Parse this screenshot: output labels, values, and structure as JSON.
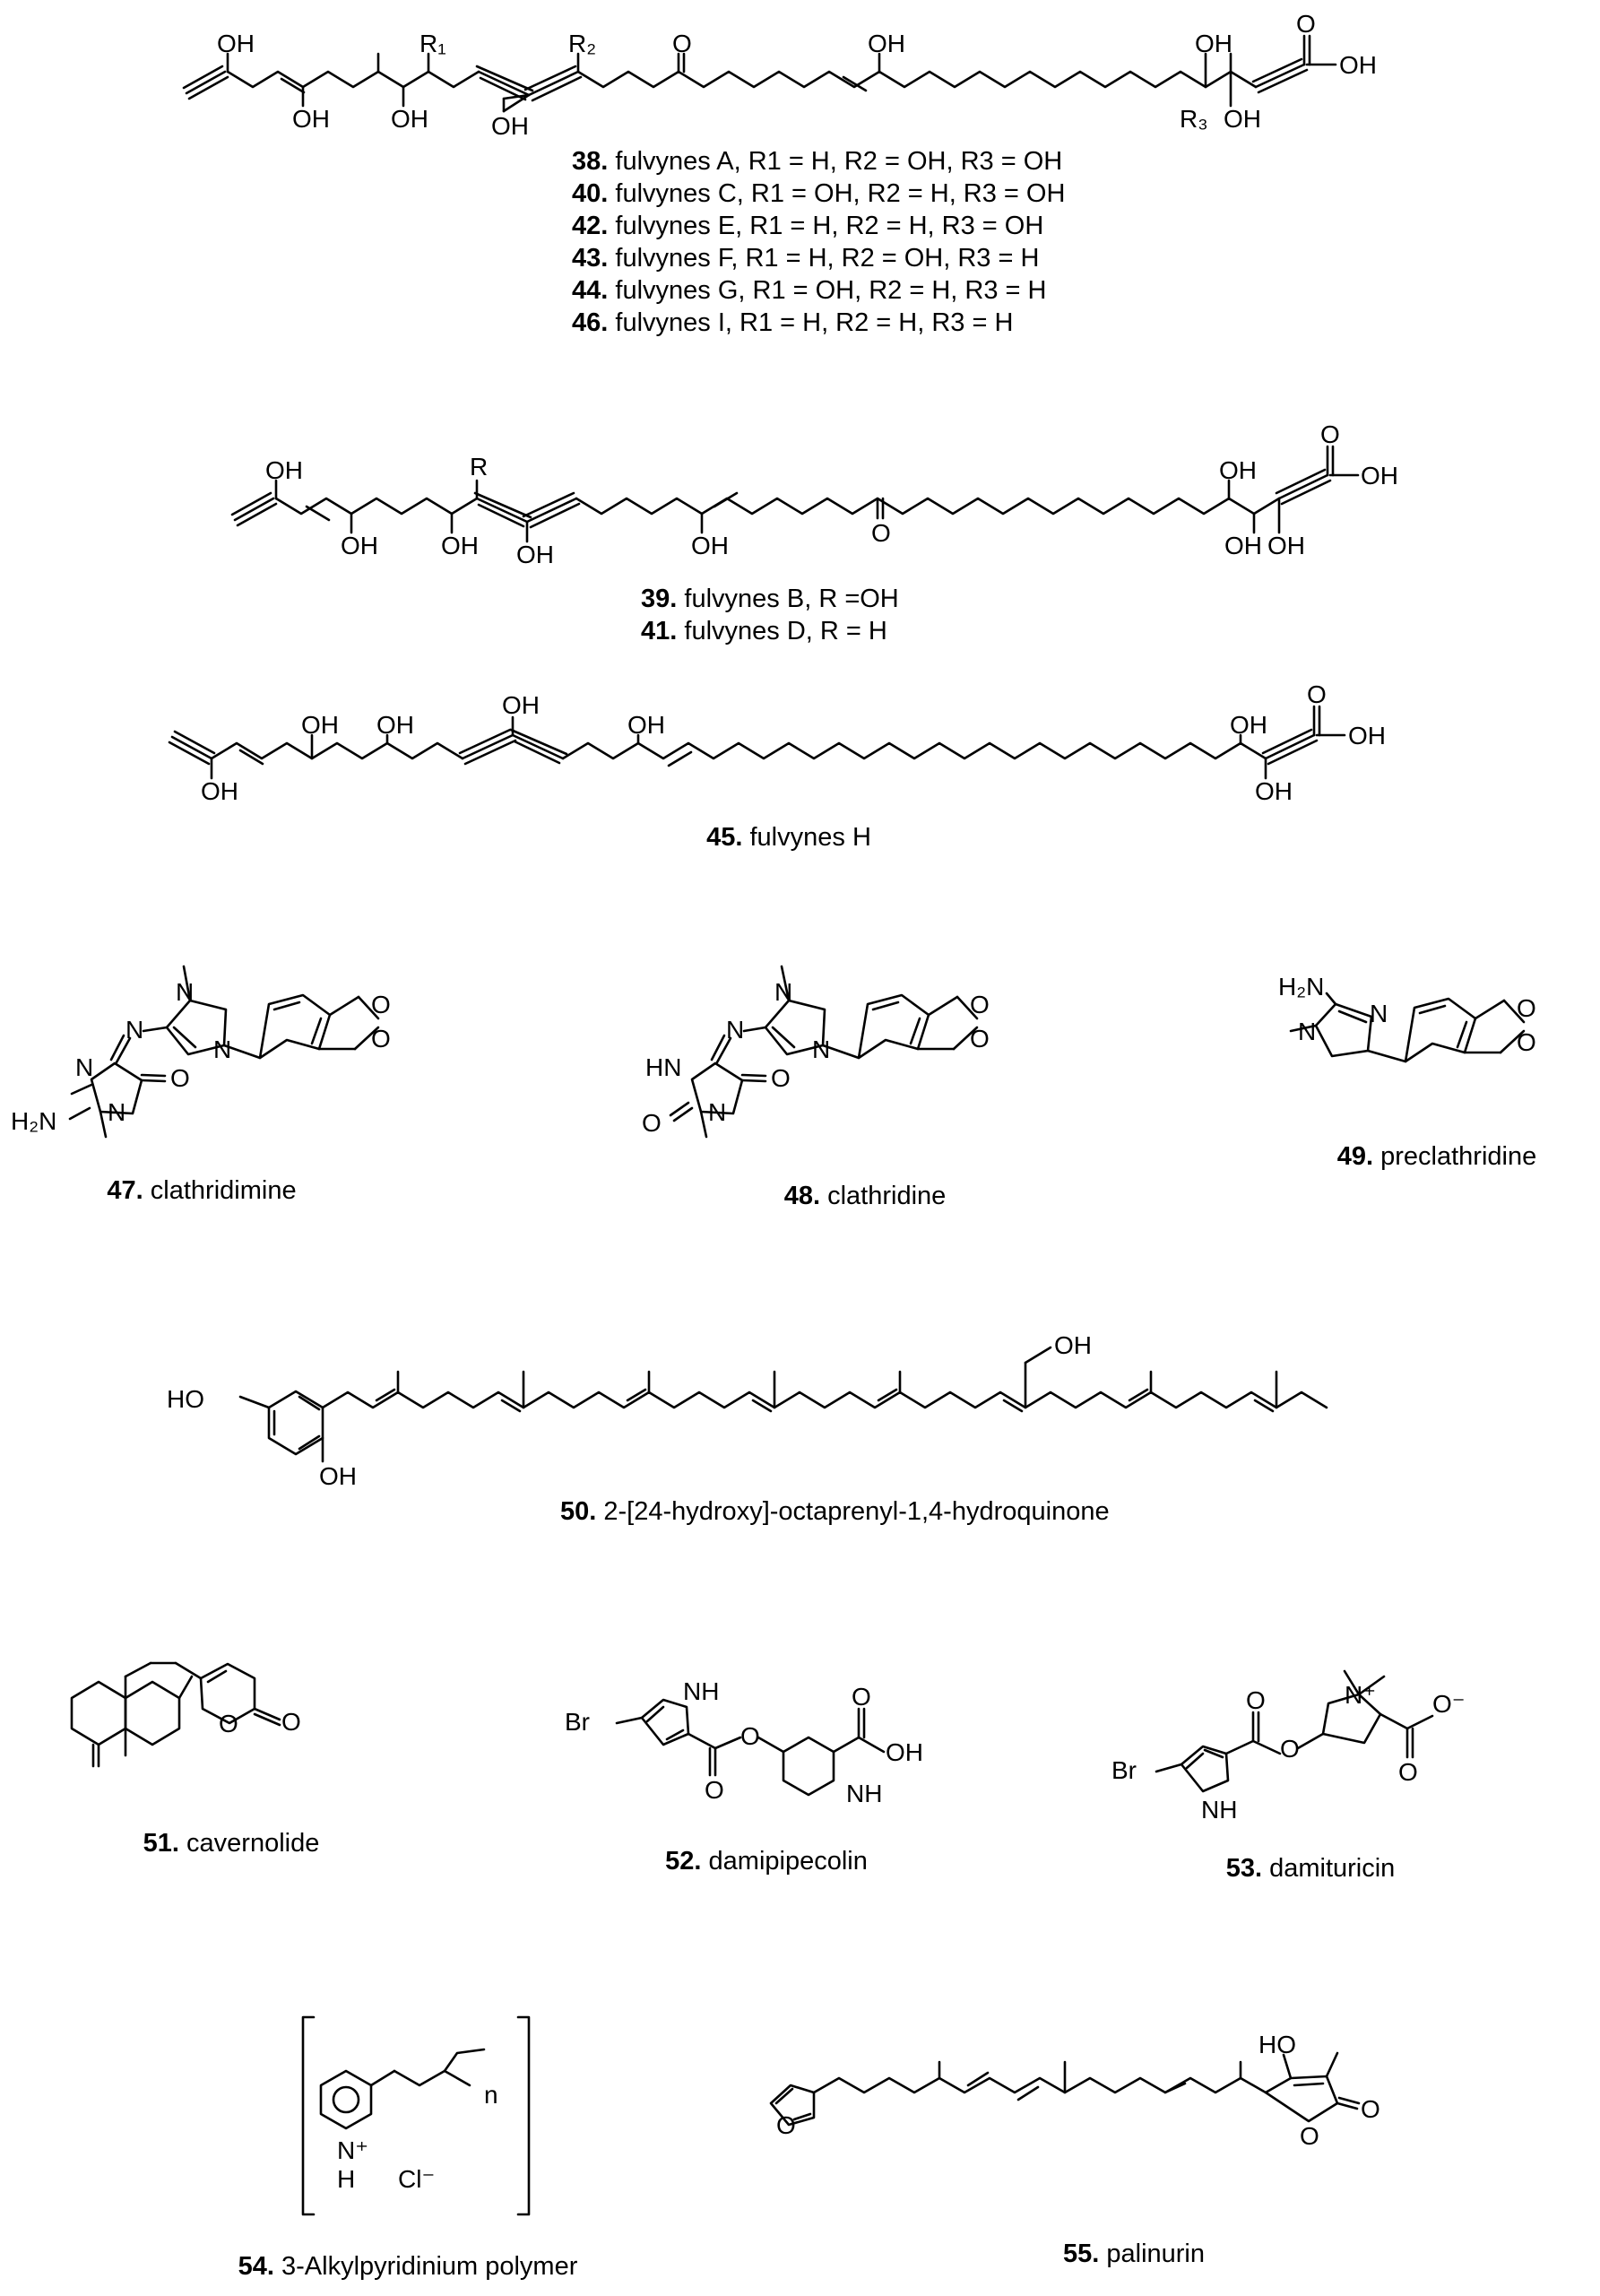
{
  "compounds_38_46": [
    {
      "num": "38.",
      "text": "fulvynes A, R1 = H, R2 = OH, R3 = OH",
      "name": "fulvynes A",
      "r1": "H",
      "r2": "OH",
      "r3": "OH"
    },
    {
      "num": "40.",
      "text": "fulvynes C, R1 = OH, R2 = H, R3 = OH",
      "name": "fulvynes C",
      "r1": "OH",
      "r2": "H",
      "r3": "OH"
    },
    {
      "num": "42.",
      "text": "fulvynes E, R1 = H, R2 = H, R3 = OH",
      "name": "fulvynes E",
      "r1": "H",
      "r2": "H",
      "r3": "OH"
    },
    {
      "num": "43.",
      "text": "fulvynes F, R1 = H, R2 = OH, R3 = H",
      "name": "fulvynes F",
      "r1": "H",
      "r2": "OH",
      "r3": "H"
    },
    {
      "num": "44.",
      "text": "fulvynes G, R1 = OH, R2 = H, R3 = H",
      "name": "fulvynes G",
      "r1": "OH",
      "r2": "H",
      "r3": "H"
    },
    {
      "num": "46.",
      "text": "fulvynes I, R1 = H, R2 = H, R3 = H",
      "name": "fulvynes I",
      "r1": "H",
      "r2": "H",
      "r3": "H"
    }
  ],
  "compounds_39_41": [
    {
      "num": "39.",
      "name": "fulvynes B",
      "r_text": "R =OH"
    },
    {
      "num": "41.",
      "name": "fulvynes D",
      "r_text": "R = H"
    }
  ],
  "compound_45": {
    "num": "45.",
    "name": "fulvynes H"
  },
  "compound_47": {
    "num": "47.",
    "name": "clathridimine"
  },
  "compound_48": {
    "num": "48.",
    "name": "clathridine"
  },
  "compound_49": {
    "num": "49.",
    "name": "preclathridine"
  },
  "compound_50": {
    "num": "50.",
    "name": "2-[24-hydroxy]-octaprenyl-1,4-hydroquinone"
  },
  "compound_51": {
    "num": "51.",
    "name": "cavernolide"
  },
  "compound_52": {
    "num": "52.",
    "name": "damipipecolin"
  },
  "compound_53": {
    "num": "53.",
    "name": "damituricin"
  },
  "compound_54": {
    "num": "54.",
    "name": "3-Alkylpyridinium polymer"
  },
  "compound_55": {
    "num": "55.",
    "name": "palinurin"
  },
  "atom_labels": {
    "oh": "OH",
    "o": "O",
    "n": "N",
    "nh": "NH",
    "hn": "HN",
    "h2n": "H₂N",
    "br": "Br",
    "ho": "HO",
    "r": "R",
    "r1": "R₁",
    "r2": "R₂",
    "r3": "R₃",
    "cl": "Cl⁻",
    "h": "H",
    "n_plus": "N⁺",
    "o_minus": "O⁻",
    "nsub": "n"
  }
}
